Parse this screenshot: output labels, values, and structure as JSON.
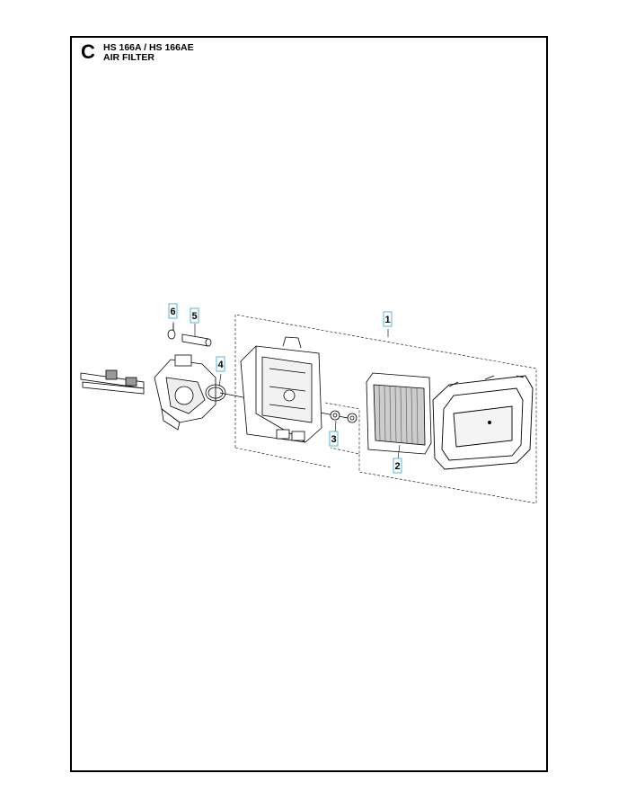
{
  "header": {
    "section_letter": "C",
    "model": "HS 166A / HS 166AE",
    "title": "AIR FILTER"
  },
  "callouts": [
    "1",
    "2",
    "3",
    "4",
    "5",
    "6"
  ],
  "colors": {
    "callout_border": "#4fb8d8",
    "line": "#000000"
  }
}
